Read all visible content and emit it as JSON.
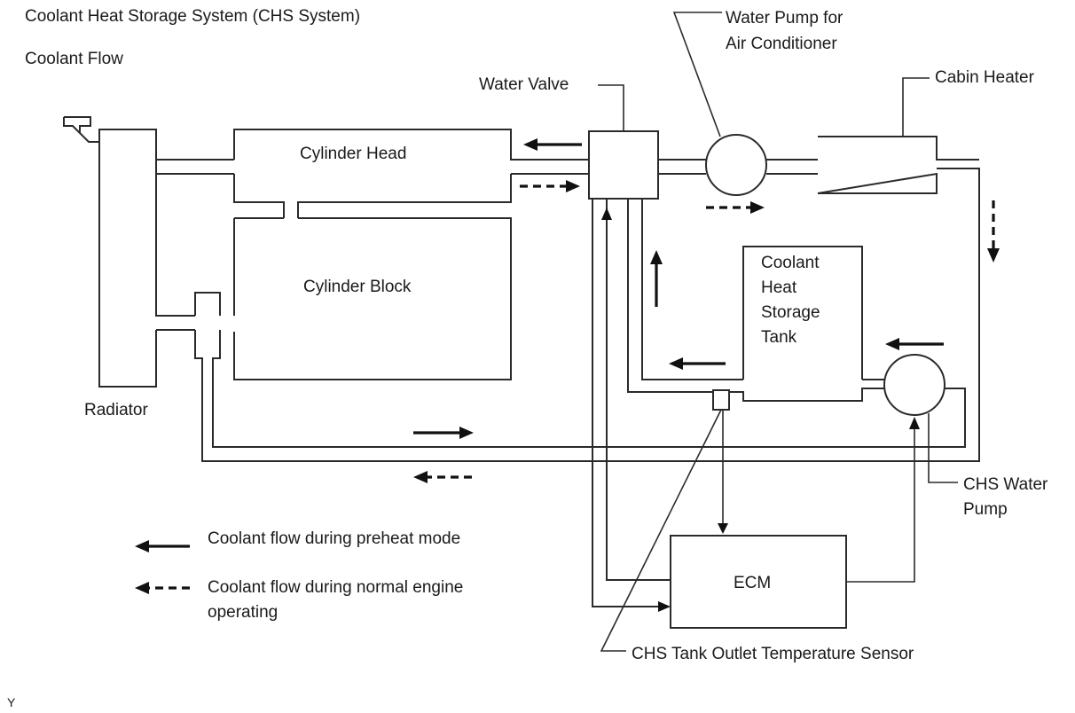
{
  "title": "Coolant Heat Storage System (CHS System)",
  "subtitle": "Coolant Flow",
  "components": {
    "water_pump_ac": [
      "Water Pump for",
      "Air Conditioner"
    ],
    "water_valve": "Water Valve",
    "cabin_heater": "Cabin Heater",
    "cylinder_head": "Cylinder Head",
    "cylinder_block": "Cylinder Block",
    "tank": [
      "Coolant",
      "Heat",
      "Storage",
      "Tank"
    ],
    "radiator": "Radiator",
    "chs_water_pump": [
      "CHS Water",
      "Pump"
    ],
    "ecm": "ECM",
    "sensor": "CHS Tank Outlet Temperature Sensor"
  },
  "legend": {
    "preheat": "Coolant flow during preheat mode",
    "normal": [
      "Coolant flow during normal engine",
      "operating"
    ]
  },
  "corner_mark": "Y"
}
